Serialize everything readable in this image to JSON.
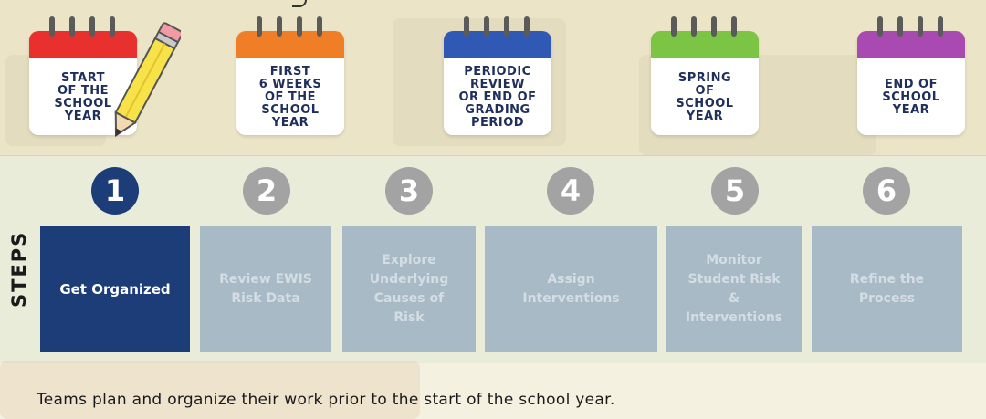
{
  "timeline": [
    {
      "label": "START\nOF THE\nSCHOOL\nYEAR",
      "color": "#e8312f"
    },
    {
      "label": "FIRST\n6 WEEKS\nOF THE\nSCHOOL\nYEAR",
      "color": "#f07e26"
    },
    {
      "label": "PERIODIC\nREVIEW\nOR END OF\nGRADING\nPERIOD",
      "color": "#2f59b5"
    },
    {
      "label": "SPRING\nOF\nSCHOOL\nYEAR",
      "color": "#7cc544"
    },
    {
      "label": "END OF\nSCHOOL\nYEAR",
      "color": "#a94ab2"
    }
  ],
  "steps_label": "STEPS",
  "steps": [
    {
      "number": "1",
      "label": "Get Organized",
      "active": true
    },
    {
      "number": "2",
      "label": "Review EWIS\nRisk Data",
      "active": false
    },
    {
      "number": "3",
      "label": "Explore\nUnderlying\nCauses of\nRisk",
      "active": false
    },
    {
      "number": "4",
      "label": "Assign\nInterventions",
      "active": false
    },
    {
      "number": "5",
      "label": "Monitor\nStudent Risk\n&\nInterventions",
      "active": false
    },
    {
      "number": "6",
      "label": "Refine the\nProcess",
      "active": false
    }
  ],
  "active_color": "#1d3d78",
  "inactive_tile_color": "#a8bac6",
  "caption": "Teams plan and organize their work prior to the start of the school year."
}
